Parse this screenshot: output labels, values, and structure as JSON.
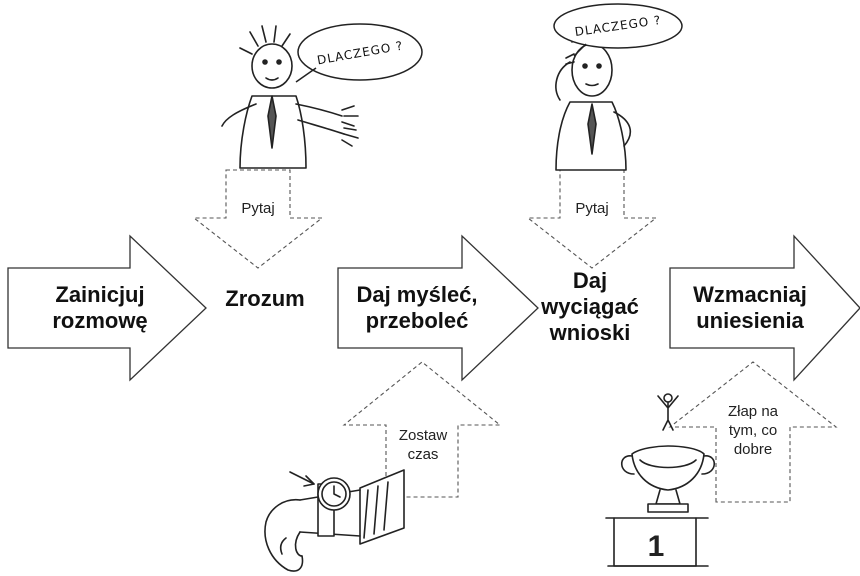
{
  "steps": {
    "initiate": "Zainicjuj rozmowę",
    "understand": "Zrozum",
    "let_think": "Daj myśleć, przeboleć",
    "draw_conclusions": "Daj wyciągać wnioski",
    "reinforce": "Wzmacniaj uniesienia"
  },
  "inputs": {
    "ask_1": "Pytaj",
    "ask_2": "Pytaj",
    "leave_time": "Zostaw czas",
    "catch_good": "Złap na tym, co dobre"
  },
  "bubbles": {
    "why_1": "DLACZEGO ?",
    "why_2": "DLACZEGO ?"
  },
  "podium": {
    "place": "1"
  }
}
